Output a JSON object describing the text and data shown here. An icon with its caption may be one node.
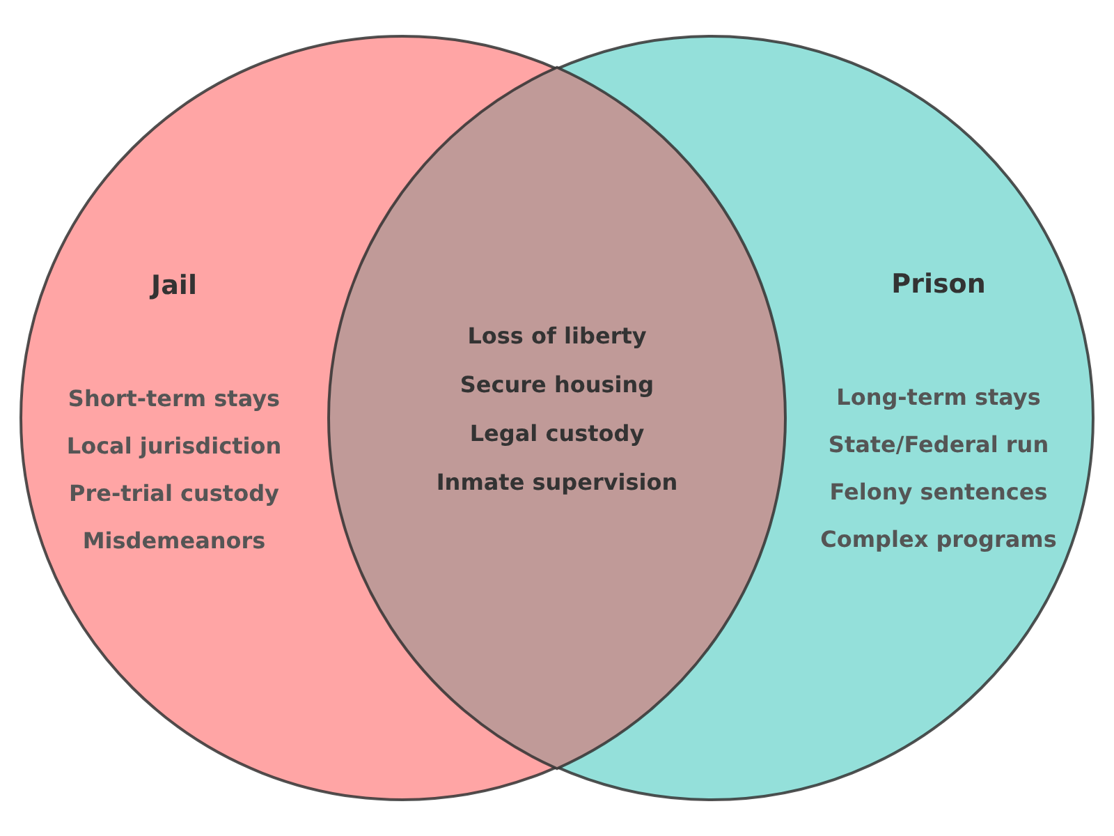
{
  "diagram": {
    "nodes": [
      {
        "text": [
          "Jail",
          "Short-term stays",
          "Local jurisdiction",
          "Pre-trial custody",
          "Misdemeanors"
        ]
      },
      {
        "text": [
          "Prison",
          "Long-term stays",
          "State/Federal run",
          "Felony sentences",
          "Complex programs"
        ]
      },
      {
        "text": [
          "Loss of liberty",
          "Secure housing",
          "Legal custody",
          "Inmate supervision"
        ]
      }
    ],
    "edges": []
  }
}
